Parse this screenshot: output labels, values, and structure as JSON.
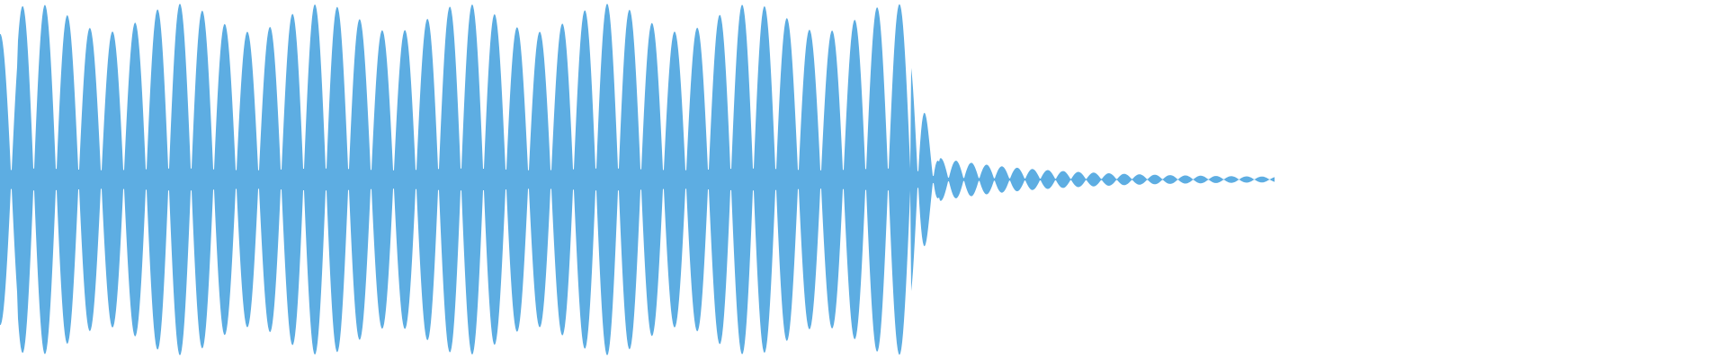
{
  "waveform": {
    "color": "#5dade2",
    "background": "#ffffff",
    "audible_fraction": 0.527,
    "tail_fraction": 0.211,
    "silent_fraction": 0.262
  }
}
